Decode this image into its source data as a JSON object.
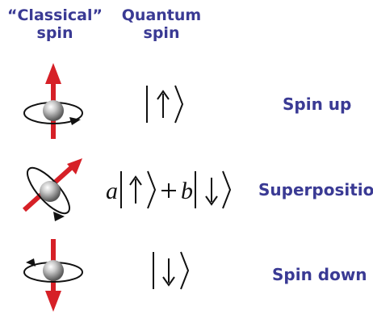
{
  "headers": {
    "classical": [
      "“Classical”",
      "spin"
    ],
    "quantum": [
      "Quantum",
      "spin"
    ]
  },
  "rows": [
    {
      "name": "spin-up",
      "state": "|↑⟩",
      "label": "Spin up"
    },
    {
      "name": "superposition",
      "state": "a|↑⟩+b|↓⟩",
      "label": "Superposition",
      "coefficients": [
        "a",
        "b"
      ]
    },
    {
      "name": "spin-down",
      "state": "|↓⟩",
      "label": "Spin down"
    }
  ],
  "colors": {
    "text": "#3a3a94",
    "arrow": "#d62027",
    "sphere": "#9b9b9b"
  }
}
